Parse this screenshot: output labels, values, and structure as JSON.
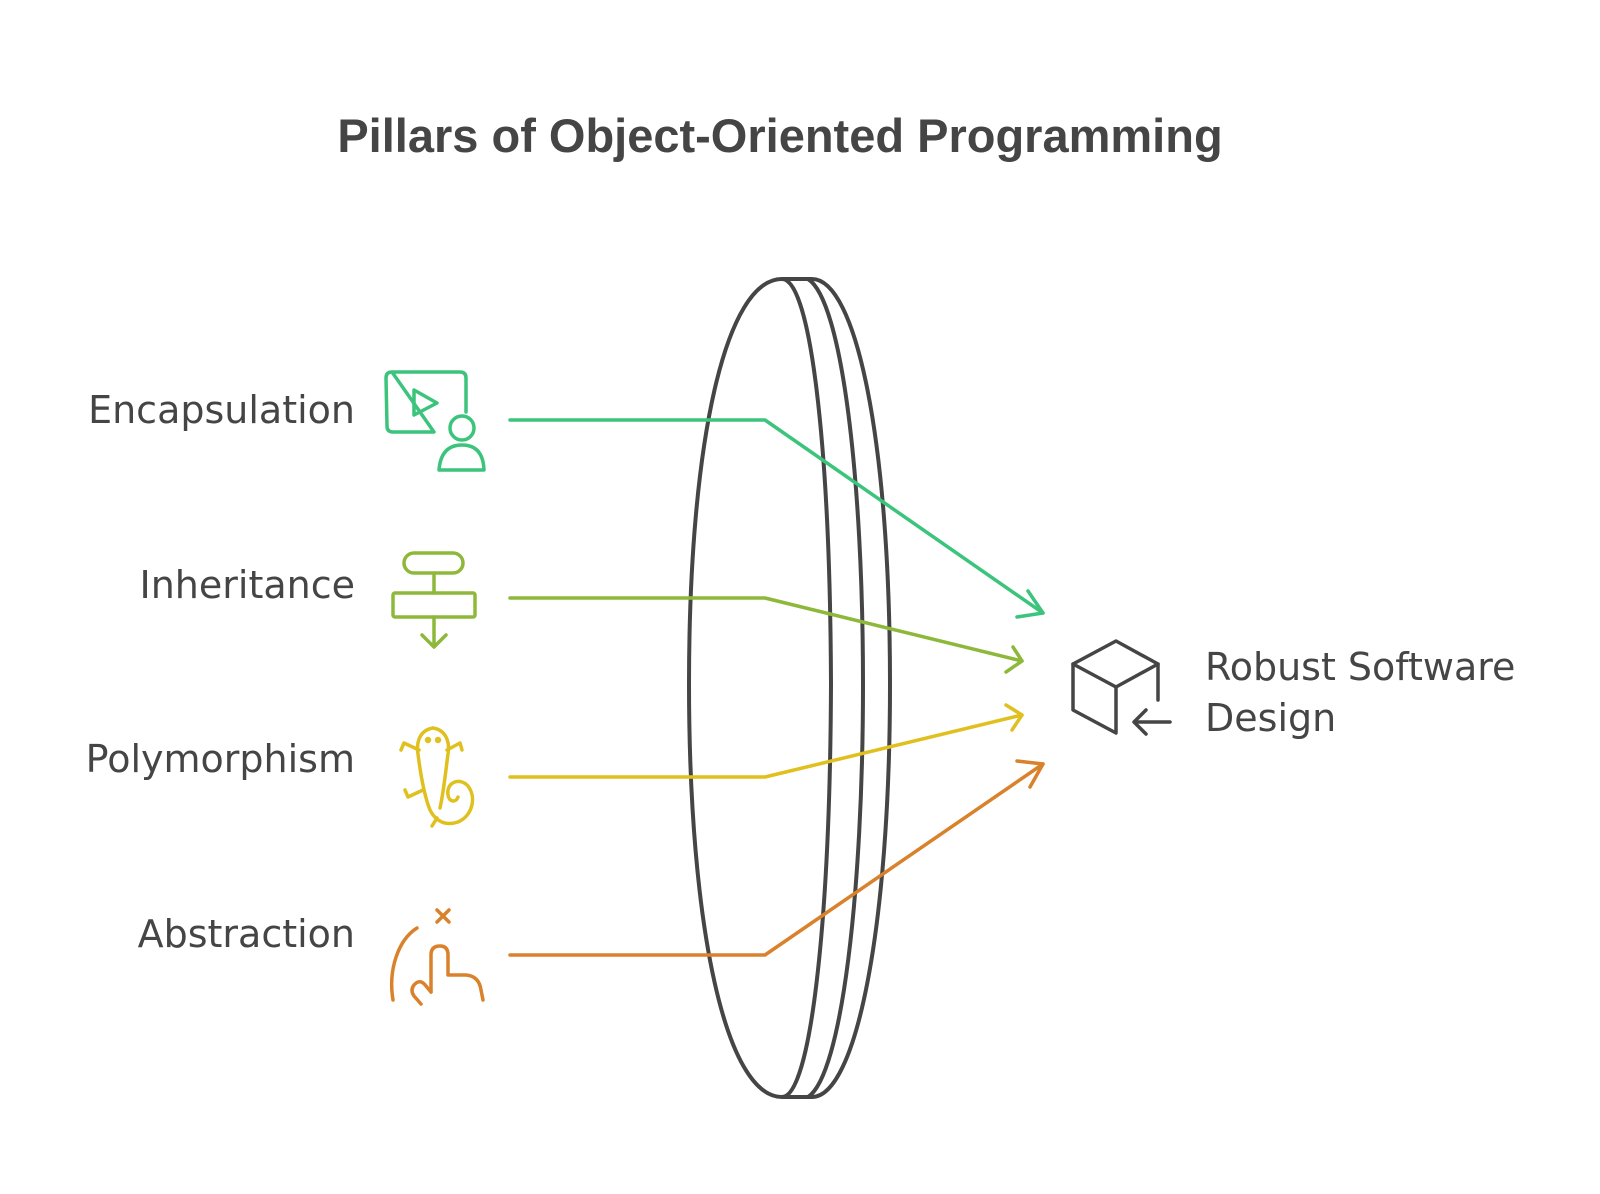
{
  "title": "Pillars of Object-Oriented Programming",
  "pillars": [
    {
      "label": "Encapsulation",
      "icon": "presentation-user-icon",
      "color": "#3cc47c"
    },
    {
      "label": "Inheritance",
      "icon": "flowchart-down-icon",
      "color": "#8db83a"
    },
    {
      "label": "Polymorphism",
      "icon": "lizard-icon",
      "color": "#e0c01f"
    },
    {
      "label": "Abstraction",
      "icon": "hand-pointer-x-icon",
      "color": "#d9822b"
    }
  ],
  "result": {
    "label_line1": "Robust Software",
    "label_line2": "Design",
    "icon": "cube-arrow-icon",
    "color": "#454545"
  },
  "lens": {
    "icon": "lens",
    "color": "#454545"
  }
}
